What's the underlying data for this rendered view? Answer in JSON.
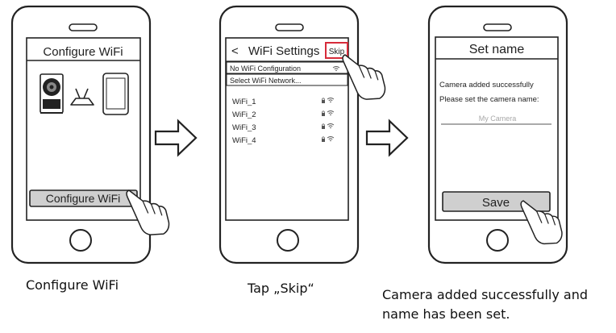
{
  "steps": [
    {
      "screen_title": "Configure WiFi",
      "button_label": "Configure WiFi",
      "caption": "Configure WiFi"
    },
    {
      "back_symbol": "<",
      "screen_title": "WiFi Settings",
      "skip_label": "Skip",
      "menu_items": [
        "No WiFi Configuration",
        "Select WiFi Network..."
      ],
      "networks": [
        "WiFi_1",
        "WiFi_2",
        "WiFi_3",
        "WiFi_4"
      ],
      "caption": "Tap „Skip“"
    },
    {
      "screen_title": "Set name",
      "message_line_1": "Camera added successfully",
      "message_line_2": "Please set the camera name:",
      "name_placeholder": "My Camera",
      "button_label": "Save",
      "caption_line_1": "Camera added successfully and",
      "caption_line_2": "name has been set."
    }
  ],
  "icons": [
    "camera-icon",
    "router-icon",
    "phone-icon",
    "arrow-right-icon",
    "lock-icon",
    "wifi-icon",
    "hand-pointer-icon"
  ],
  "colors": {
    "skip_highlight": "#d62b3a",
    "outline": "#222222",
    "button_fill": "#cfcfcf",
    "screen_bar": "#bdbdbd"
  }
}
